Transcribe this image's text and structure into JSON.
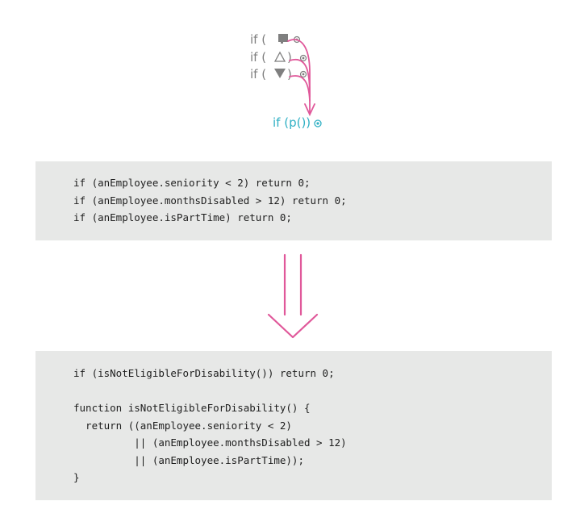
{
  "diagram": {
    "conditions": [
      "if (",
      "if (",
      "if ("
    ],
    "closing_paren": ")",
    "result_label": "if (p())",
    "colors": {
      "arrow": "#e0589a",
      "teal": "#2fb0c4",
      "grey": "#808080",
      "panel": "#e7e8e7"
    },
    "icons": [
      "square-icon",
      "triangle-up-icon",
      "triangle-down-icon",
      "target-icon"
    ]
  },
  "before": {
    "lines": [
      "if (anEmployee.seniority < 2) return 0;",
      "if (anEmployee.monthsDisabled > 12) return 0;",
      "if (anEmployee.isPartTime) return 0;"
    ]
  },
  "after": {
    "call_line": "if (isNotEligibleForDisability()) return 0;",
    "function_lines": [
      "function isNotEligibleForDisability() {",
      "  return ((anEmployee.seniority < 2)",
      "          || (anEmployee.monthsDisabled > 12)",
      "          || (anEmployee.isPartTime));",
      "}"
    ]
  }
}
